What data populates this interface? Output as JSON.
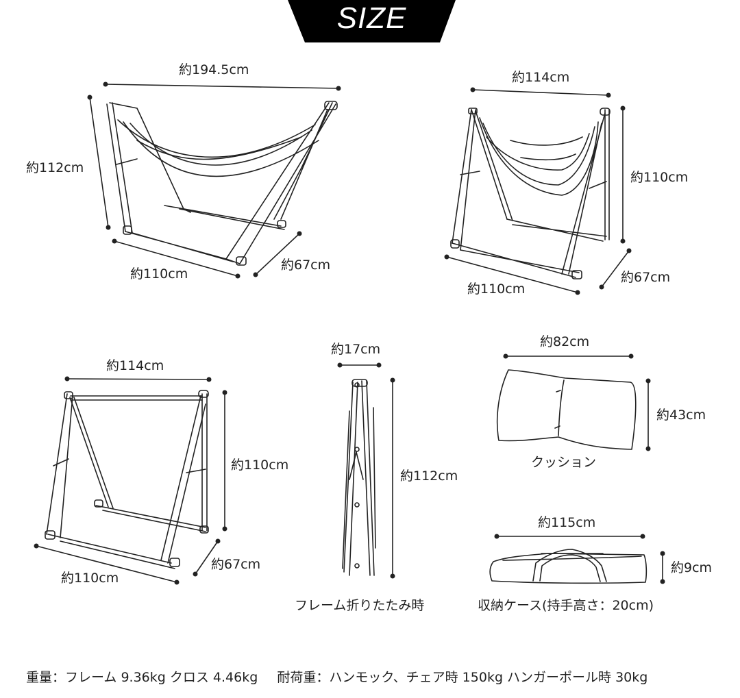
{
  "header": {
    "title": "SIZE",
    "banner_color": "#000000",
    "title_color": "#ffffff"
  },
  "figures": {
    "hammock": {
      "width": "約194.5cm",
      "height": "約112cm",
      "length": "約110cm",
      "depth": "約67cm"
    },
    "chair": {
      "width": "約114cm",
      "height": "約110cm",
      "length": "約110cm",
      "depth": "約67cm"
    },
    "hanger": {
      "width": "約114cm",
      "height": "約110cm",
      "length": "約110cm",
      "depth": "約67cm"
    },
    "folded_frame": {
      "width": "約17cm",
      "height": "約112cm",
      "caption": "フレーム折りたたみ時"
    },
    "cushion": {
      "width": "約82cm",
      "height": "約43cm",
      "caption": "クッション"
    },
    "storage_case": {
      "width": "約115cm",
      "height": "約9cm",
      "caption": "収納ケース(持手高さ：20cm)"
    }
  },
  "footer": {
    "weight": "重量：フレーム 9.36kg クロス 4.46kg",
    "load": "耐荷重：ハンモック、チェア時 150kg ハンガーポール時 30kg"
  },
  "colors": {
    "line": "#222222",
    "text": "#222222",
    "background": "#ffffff"
  }
}
